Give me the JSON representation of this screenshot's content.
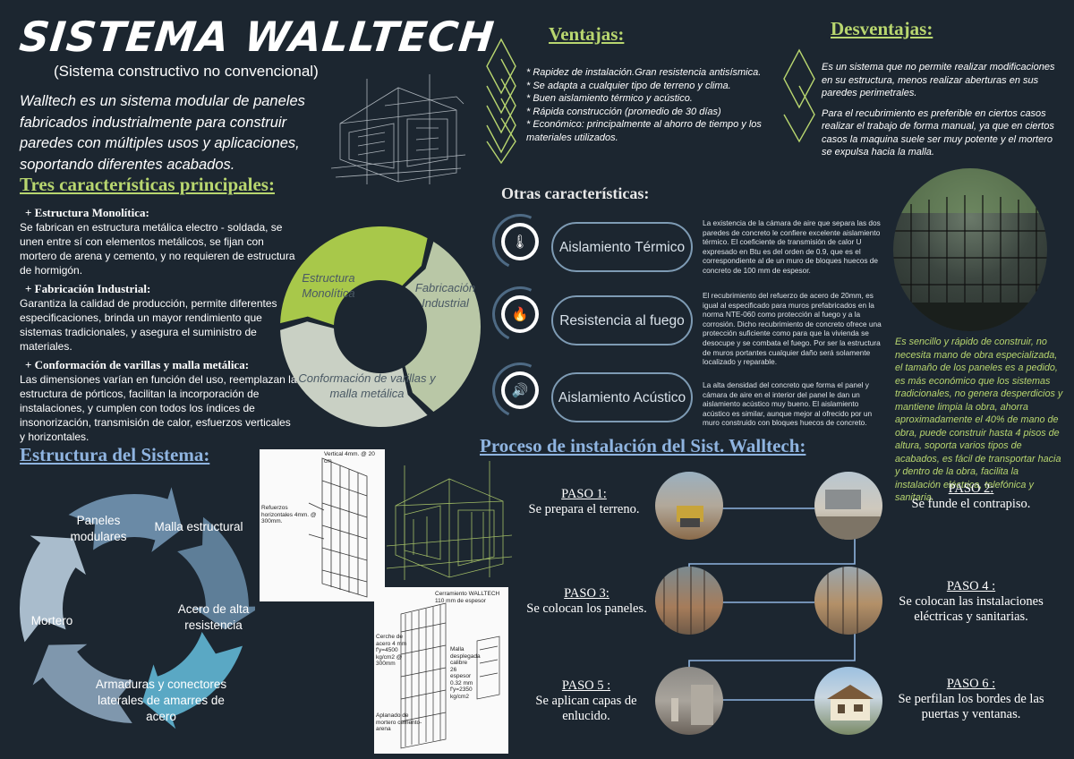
{
  "header": {
    "title": "SISTEMA WALLTECH",
    "subtitle": "(Sistema constructivo no convencional)",
    "intro": "Walltech es un sistema modular de paneles fabricados industrialmente para construir paredes con múltiples usos y aplicaciones, soportando diferentes acabados."
  },
  "caracteristicas": {
    "heading": "Tres características principales:",
    "items": [
      {
        "title": "+ Estructura Monolítica:",
        "desc": "Se fabrican en estructura metálica electro - soldada, se unen entre sí con elementos metálicos, se fijan con mortero de arena y cemento, y no requieren de estructura de hormigón."
      },
      {
        "title": "+ Fabricación Industrial:",
        "desc": "Garantiza la calidad de producción, permite diferentes especificaciones, brinda un mayor rendimiento que sistemas tradicionales, y asegura el suministro de materiales."
      },
      {
        "title": "+ Conformación de varillas y malla metálica:",
        "desc": "Las dimensiones varían en función del uso, reemplazan la estructura de pórticos, facilitan la incorporación de instalaciones, y cumplen con todos los índices de insonorización, transmisión de calor, esfuerzos verticales y horizontales."
      }
    ]
  },
  "donut": {
    "segments": [
      "Estructura Monolítica",
      "Fabricación Industrial",
      "Conformación de varillas y malla metálica"
    ],
    "colors": [
      "#a8c84a",
      "#b9c7a6",
      "#c9d0c4"
    ]
  },
  "ventajas": {
    "heading": "Ventajas:",
    "items": [
      "* Rapidez de instalación.Gran resistencia antisísmica.",
      "* Se adapta a cualquier tipo de terreno y clima.",
      "* Buen aislamiento térmico y acústico.",
      "* Rápida construcción (promedio de 30 días)",
      "* Económico: principalmente al ahorro de tiempo y los materiales utilizados."
    ]
  },
  "desventajas": {
    "heading": "Desventajas:",
    "items": [
      "Es un sistema que no permite realizar modificaciones en su estructura, menos realizar aberturas en sus paredes perimetrales.",
      "Para el recubrimiento es preferible en ciertos casos realizar el trabajo de forma manual, ya que en ciertos casos la maquina suele ser muy potente y el mortero se expulsa hacia la malla."
    ]
  },
  "otras": {
    "heading": "Otras características:",
    "items": [
      {
        "label": "Aislamiento Térmico",
        "icon": "thermometer-icon",
        "desc": "La existencia de la cámara de aire que separa las dos paredes de concreto le confiere excelente aislamiento térmico. El coeficiente de transmisión de calor U expresado en Btu es del orden de 0.9, que es el correspondiente al de un muro de bloques huecos de concreto de 100 mm de espesor."
      },
      {
        "label": "Resistencia al fuego",
        "icon": "fire-icon",
        "desc": "El recubrimiento del refuerzo de acero de 20mm, es igual al especificado para muros prefabricados en la norma NTE-060 como protección al fuego y a la corrosión. Dicho recubrimiento de concreto ofrece una protección suficiente como para que la vivienda se desocupe y se combata el fuego. Por ser la estructura de muros portantes cualquier daño será solamente localizado y reparable."
      },
      {
        "label": "Aislamiento Acústico",
        "icon": "sound-icon",
        "desc": "La alta densidad del concreto que forma el panel y cámara de aire en el interior del panel le dan un aislamiento acústico muy bueno. El aislamiento acústico es similar, aunque mejor al ofrecido por un muro construido con bloques huecos de concreto."
      }
    ]
  },
  "lateral": {
    "desc": "Es sencillo y rápido de construir, no necesita mano de obra especializada, el tamaño de los paneles es a pedido, es más económico que los sistemas tradicionales, no genera desperdicios y mantiene limpia la obra, ahorra aproximadamente el 40% de mano de obra, puede construir hasta 4 pisos de altura, soporta varios tipos de acabados, es fácil de transportar hacia y dentro de la obra, facilita la instalación eléctrica, telefónica y sanitaria."
  },
  "estructura": {
    "heading": "Estructura del Sistema:",
    "items": [
      "Paneles modulares",
      "Malla estructural",
      "Acero de alta resistencia",
      "Armaduras y conectores laterales de amarres de acero",
      "Mortero"
    ],
    "colors": [
      "#6a8aa6",
      "#5e7e98",
      "#5aa8c4",
      "#7f97ad",
      "#a9bccc"
    ]
  },
  "sketches": {
    "top": [
      "Vertical 4mm. @ 20 cm",
      "Refuerzos horizontales 4mm. @ 300mm."
    ],
    "bottom": [
      "Cerramiento WALLTECH 110 mm de espesor",
      "Cerche de acero 4 mm f'y=4500 kg/cm2 @ 300mm",
      "Malla desplegada calibre 26 espesor 0.32 mm f'y=2350 kg/cm2",
      "Aplanado de mortero cemento-arena"
    ]
  },
  "proceso": {
    "heading": "Proceso de instalación del Sist. Walltech:",
    "steps": [
      {
        "label": "PASO 1:",
        "desc": "Se prepara el terreno."
      },
      {
        "label": "PASO 2:",
        "desc": "Se funde el contrapiso."
      },
      {
        "label": "PASO 3:",
        "desc": "Se colocan los paneles."
      },
      {
        "label": "PASO 4 :",
        "desc": "Se colocan las instalaciones eléctricas y sanitarias."
      },
      {
        "label": "PASO 5 :",
        "desc": "Se aplican capas de enlucido."
      },
      {
        "label": "PASO 6 :",
        "desc": "Se perfilan los bordes de las puertas y ventanas."
      }
    ]
  }
}
